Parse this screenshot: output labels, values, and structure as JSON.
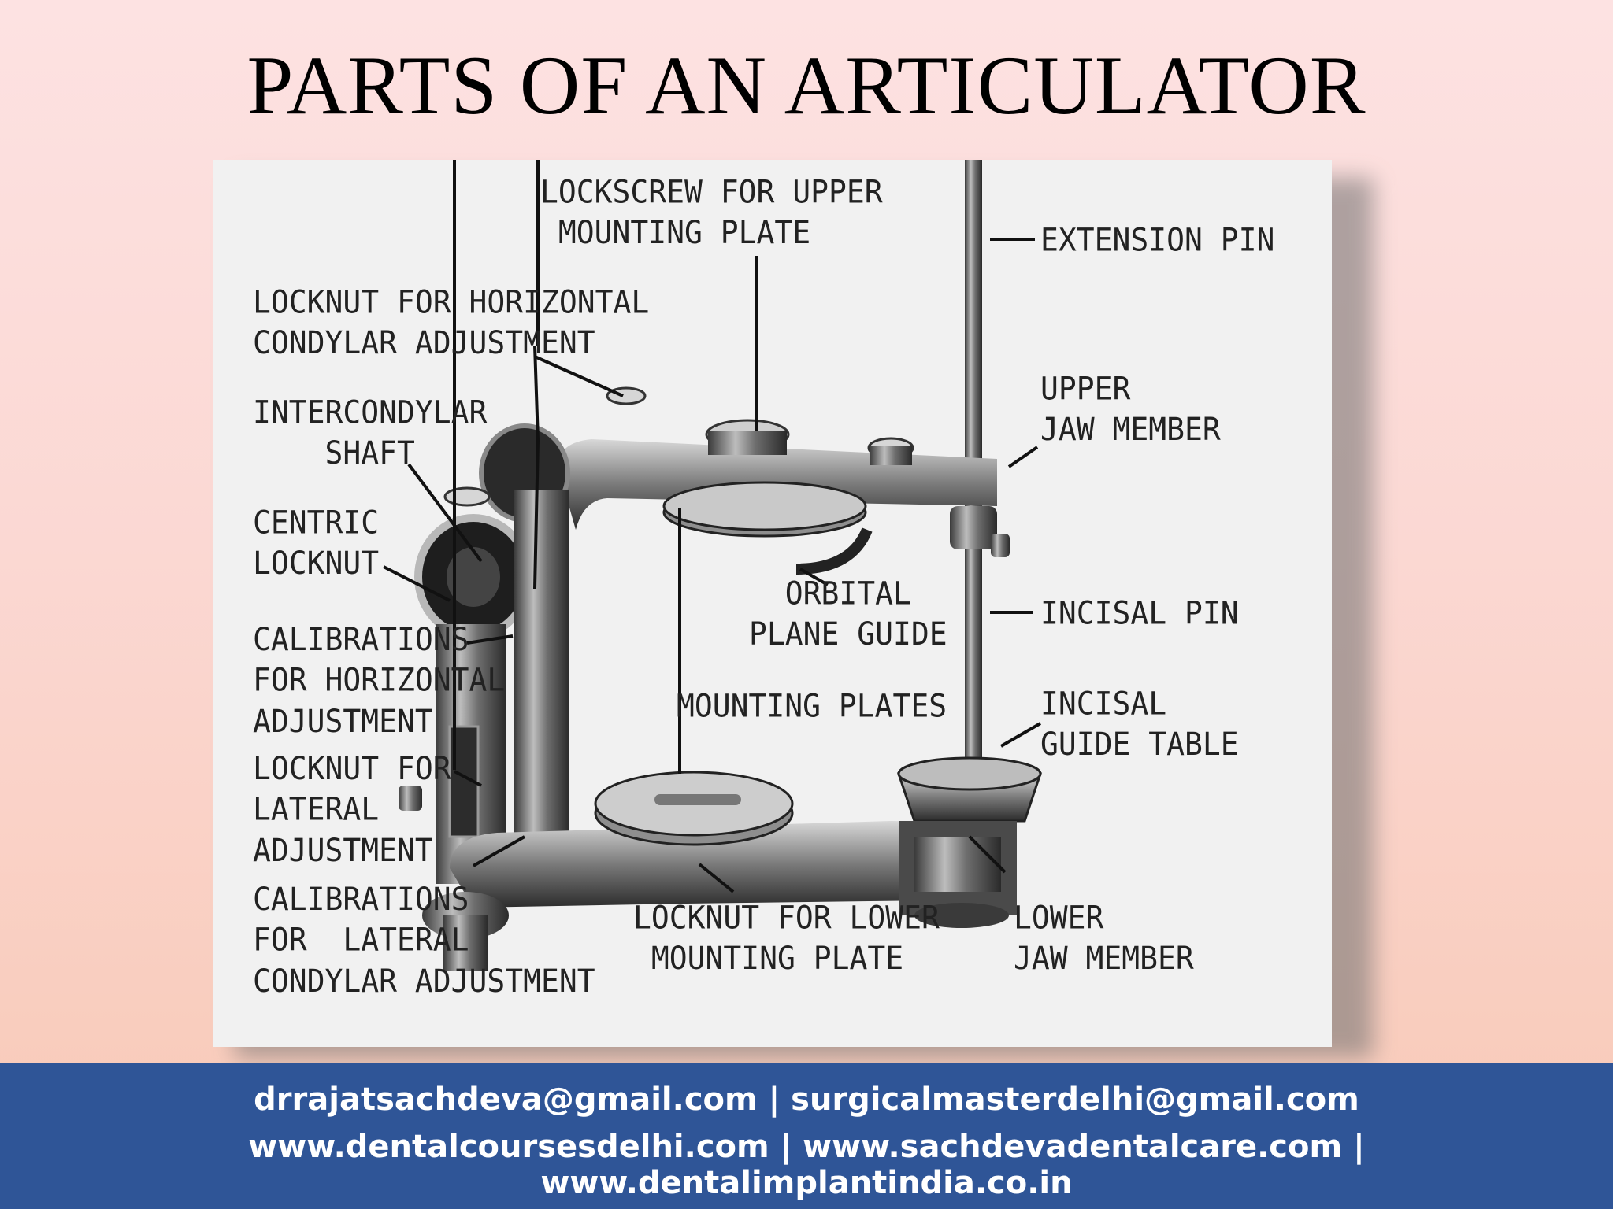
{
  "slide": {
    "title": "PARTS OF AN ARTICULATOR"
  },
  "figure": {
    "labels": {
      "lockscrew_upper": "LOCKSCREW FOR UPPER\n MOUNTING PLATE",
      "extension_pin": "EXTENSION PIN",
      "locknut_horizontal": "LOCKNUT FOR HORIZONTAL\nCONDYLAR ADJUSTMENT",
      "intercondylar_shaft": "INTERCONDYLAR\n    SHAFT",
      "upper_jaw_member": "UPPER\nJAW MEMBER",
      "centric_locknut": "CENTRIC\nLOCKNUT",
      "orbital_plane_guide": "  ORBITAL\nPLANE GUIDE",
      "incisal_pin": "INCISAL PIN",
      "calibrations_horizontal": "CALIBRATIONS\nFOR HORIZONTAL\nADJUSTMENT",
      "mounting_plates": "MOUNTING PLATES",
      "incisal_guide_table": "INCISAL\nGUIDE TABLE",
      "locknut_lateral": "LOCKNUT FOR\nLATERAL\nADJUSTMENT",
      "calibrations_lateral": "CALIBRATIONS\nFOR  LATERAL\nCONDYLAR ADJUSTMENT",
      "locknut_lower": "LOCKNUT FOR LOWER\n MOUNTING PLATE",
      "lower_jaw_member": "LOWER\nJAW MEMBER"
    }
  },
  "footer": {
    "emails": "drrajatsachdeva@gmail.com | surgicalmasterdelhi@gmail.com",
    "websites": "www.dentalcoursesdelhi.com | www.sachdevadentalcare.com | www.dentalimplantindia.co.in"
  },
  "colors": {
    "footer_background": "#2f5597",
    "background_top": "#fde2e2",
    "background_bottom": "#f8c9b6"
  }
}
